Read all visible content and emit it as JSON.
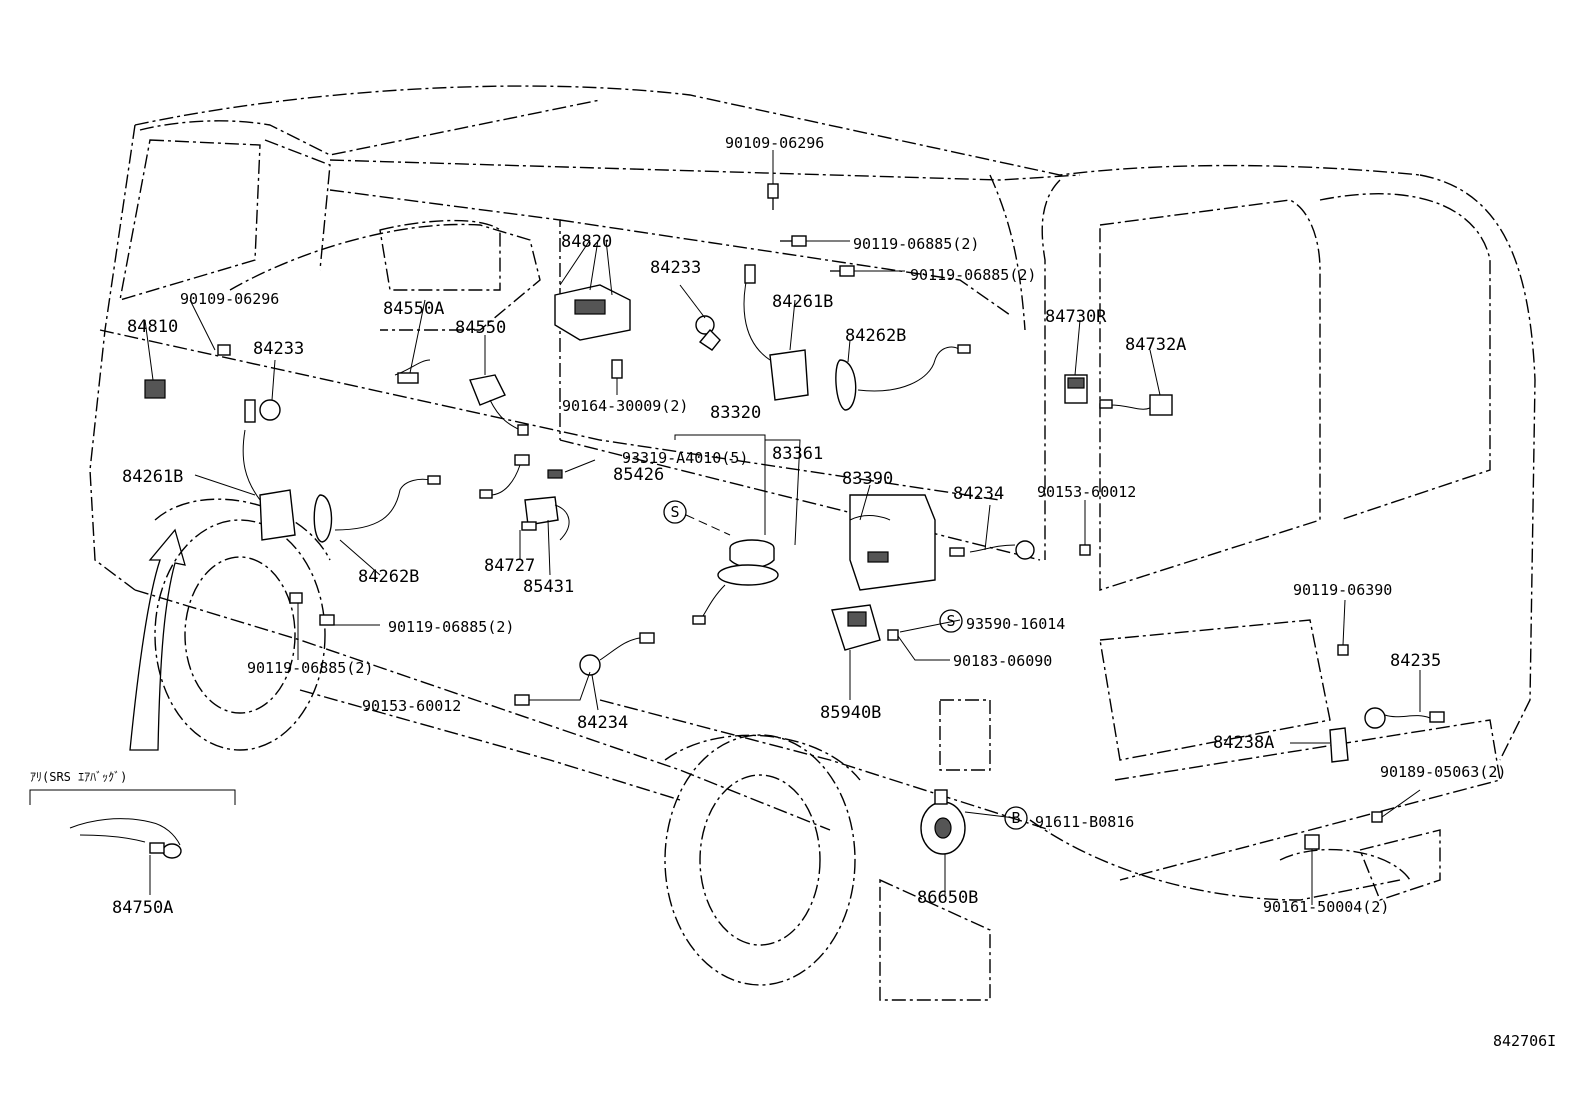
{
  "figure_code": "842706I",
  "srs_note": "ｱﾘ(SRS ｴｱﾊﾞｯｸﾞ)",
  "callout_s": "S",
  "callout_b": "B",
  "labels": {
    "p90109_06296_top": "90109-06296",
    "p90119_06885_a": "90119-06885(2)",
    "p90119_06885_b": "90119-06885(2)",
    "p84820": "84820",
    "p84233_center": "84233",
    "p84261B_center": "84261B",
    "p84262B_right": "84262B",
    "p84730R": "84730R",
    "p84732A": "84732A",
    "p90109_06296_left": "90109-06296",
    "p84810": "84810",
    "p84550A": "84550A",
    "p84550": "84550",
    "p84233_left": "84233",
    "p90164_30009": "90164-30009(2)",
    "p83320": "83320",
    "p93319_A4010": "93319-A4010(5)",
    "p83361": "83361",
    "p85426": "85426",
    "p83390": "83390",
    "p84234_right": "84234",
    "p90153_60012_right": "90153-60012",
    "p84261B_left": "84261B",
    "p84727": "84727",
    "p85431": "85431",
    "p84262B_left": "84262B",
    "p90119_06885_c": "90119-06885(2)",
    "p90119_06885_d": "90119-06885(2)",
    "p90153_60012_left": "90153-60012",
    "p84234_left": "84234",
    "p93590_16014": "93590-16014",
    "p90183_06090": "90183-06090",
    "p85940B": "85940B",
    "p90119_06390": "90119-06390",
    "p84235": "84235",
    "p84238A": "84238A",
    "p90189_05063": "90189-05063(2)",
    "p91611_B0816": "91611-B0816",
    "p86650B": "86650B",
    "p90161_50004": "90161-50004(2)",
    "p84750A": "84750A"
  }
}
